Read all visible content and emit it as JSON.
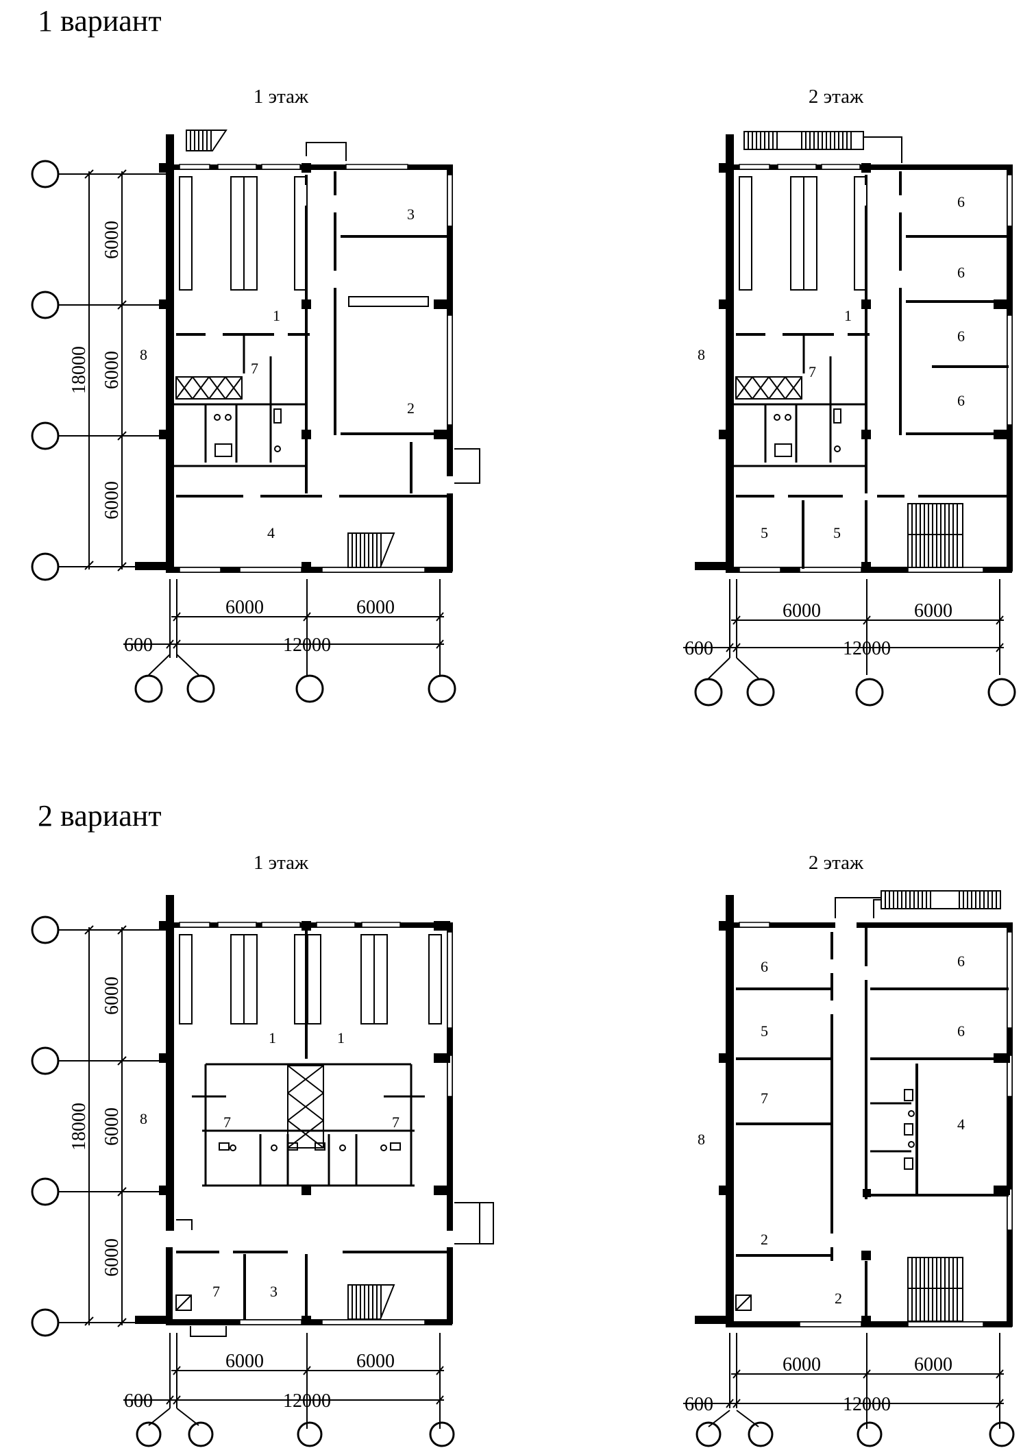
{
  "variants": [
    {
      "title": "1 вариант",
      "floor1": {
        "title": "1 этаж",
        "rooms": {
          "r1": "1",
          "r2": "2",
          "r3": "3",
          "r4": "4",
          "r7": "7",
          "r8": "8"
        }
      },
      "floor2": {
        "title": "2 этаж",
        "rooms": {
          "r1": "1",
          "r6a": "6",
          "r6b": "6",
          "r6c": "6",
          "r6d": "6",
          "r7": "7",
          "r8": "8",
          "r5a": "5",
          "r5b": "5"
        }
      }
    },
    {
      "title": "2 вариант",
      "floor1": {
        "title": "1 этаж",
        "rooms": {
          "r1a": "1",
          "r1b": "1",
          "r7a": "7",
          "r7b": "7",
          "r8": "8",
          "r7c": "7",
          "r3": "3"
        }
      },
      "floor2": {
        "title": "2 этаж",
        "rooms": {
          "r6a": "6",
          "r6b": "6",
          "r5": "5",
          "r6c": "6",
          "r7": "7",
          "r4": "4",
          "r8": "8",
          "r2a": "2",
          "r2b": "2"
        }
      }
    }
  ],
  "dims": {
    "span": "6000",
    "total_height": "18000",
    "total_width": "12000",
    "offset": "600"
  }
}
